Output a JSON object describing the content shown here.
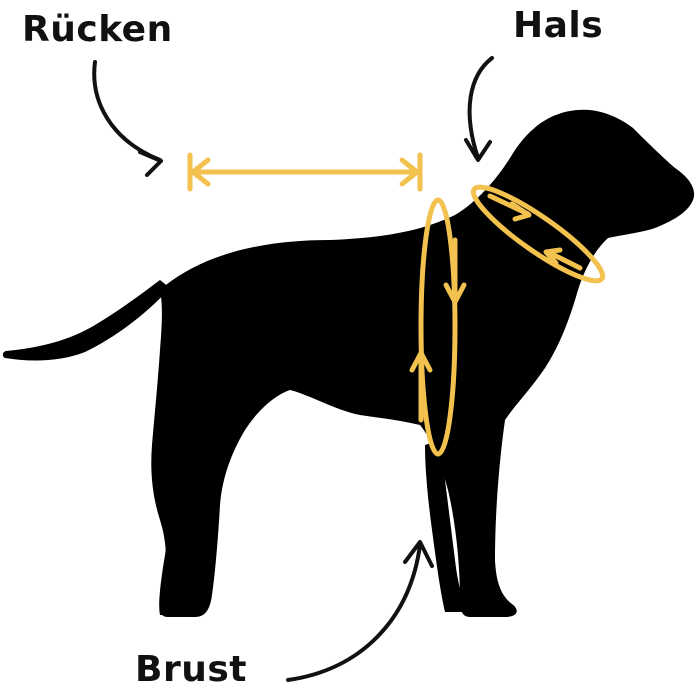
{
  "labels": {
    "back": "Rücken",
    "neck": "Hals",
    "chest": "Brust"
  },
  "colors": {
    "background": "#ffffff",
    "silhouette": "#000000",
    "accent": "#F2C14E",
    "text": "#111111"
  },
  "icons": [
    "dog-silhouette",
    "curved-arrow",
    "double-arrow",
    "measuring-ellipse"
  ]
}
